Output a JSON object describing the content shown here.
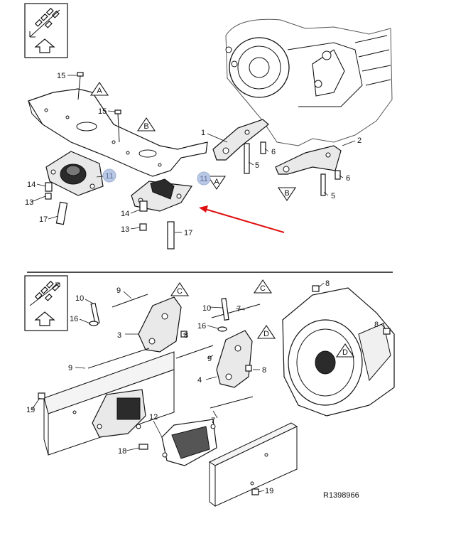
{
  "figure_id": "R1398966",
  "callouts": {
    "n1": "1",
    "n2": "2",
    "n3": "3",
    "n4": "4",
    "n5": "5",
    "n6": "6",
    "n7": "7",
    "n8": "8",
    "n9": "9",
    "n10": "10",
    "n11": "11",
    "n12": "12",
    "n13": "13",
    "n14": "14",
    "n15": "15",
    "n16": "16",
    "n17": "17",
    "n18": "18",
    "n19": "19"
  },
  "ref_letters": {
    "A": "A",
    "B": "B",
    "C": "C",
    "D": "D"
  },
  "colors": {
    "highlight_arrow": "#e01010",
    "callout_bubble": "#b9c8e4",
    "line": "#111111"
  },
  "icons": [
    "orientation-arrow-icon",
    "orientation-arrow-icon"
  ]
}
